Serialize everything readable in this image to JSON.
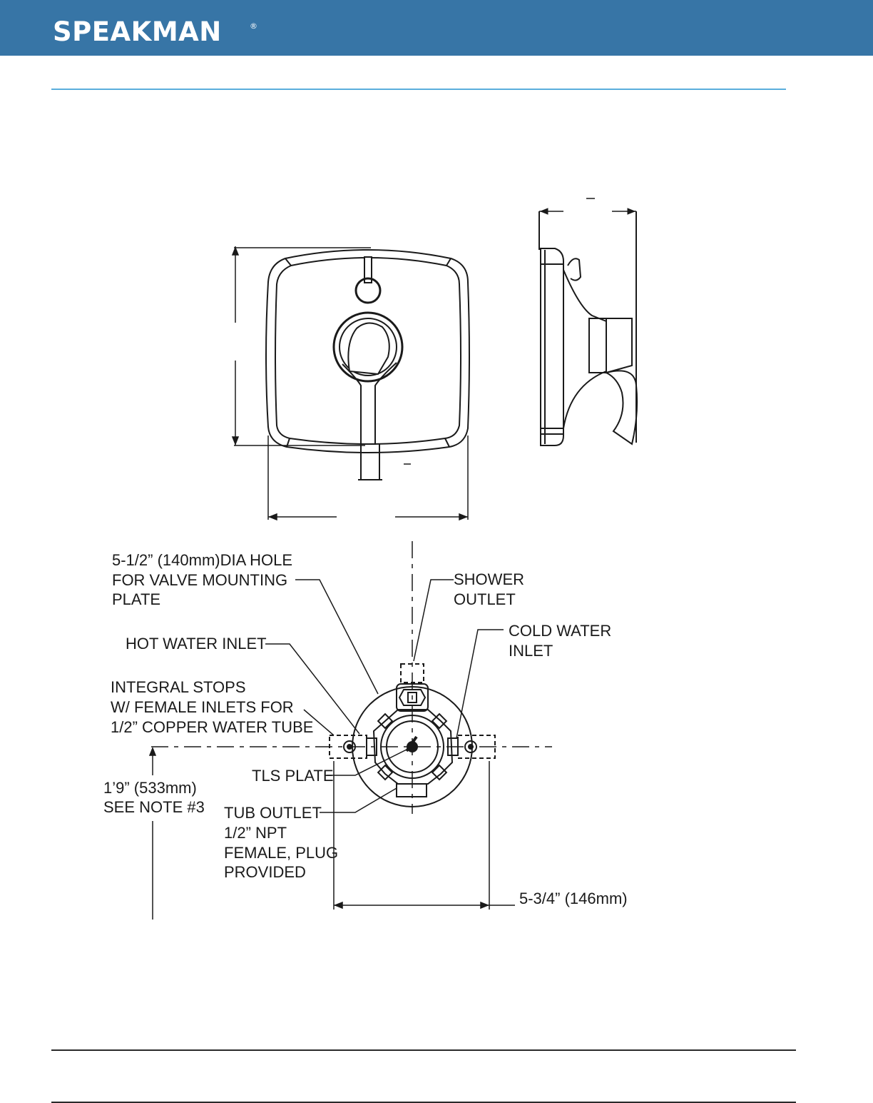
{
  "header": {
    "brand": "SPEAKMAN",
    "registered_mark": "®",
    "color": "#3775a6"
  },
  "callouts": {
    "dia_hole": [
      "5-1/2” (140mm)DIA HOLE",
      "FOR VALVE MOUNTING",
      "PLATE"
    ],
    "shower_outlet": [
      "SHOWER",
      "OUTLET"
    ],
    "cold_water_inlet": [
      "COLD WATER",
      "INLET"
    ],
    "hot_water_inlet": [
      "HOT WATER INLET"
    ],
    "integral_stops": [
      "INTEGRAL STOPS",
      "W/ FEMALE INLETS FOR",
      "1/2” COPPER WATER TUBE"
    ],
    "tls_plate": [
      "TLS PLATE"
    ],
    "height_note": [
      "1’9” (533mm)",
      "SEE NOTE #3"
    ],
    "tub_outlet": [
      "TUB OUTLET",
      "1/2” NPT",
      "FEMALE, PLUG",
      "PROVIDED"
    ],
    "inlet_spacing": [
      "5-3/4” (146mm)"
    ]
  }
}
